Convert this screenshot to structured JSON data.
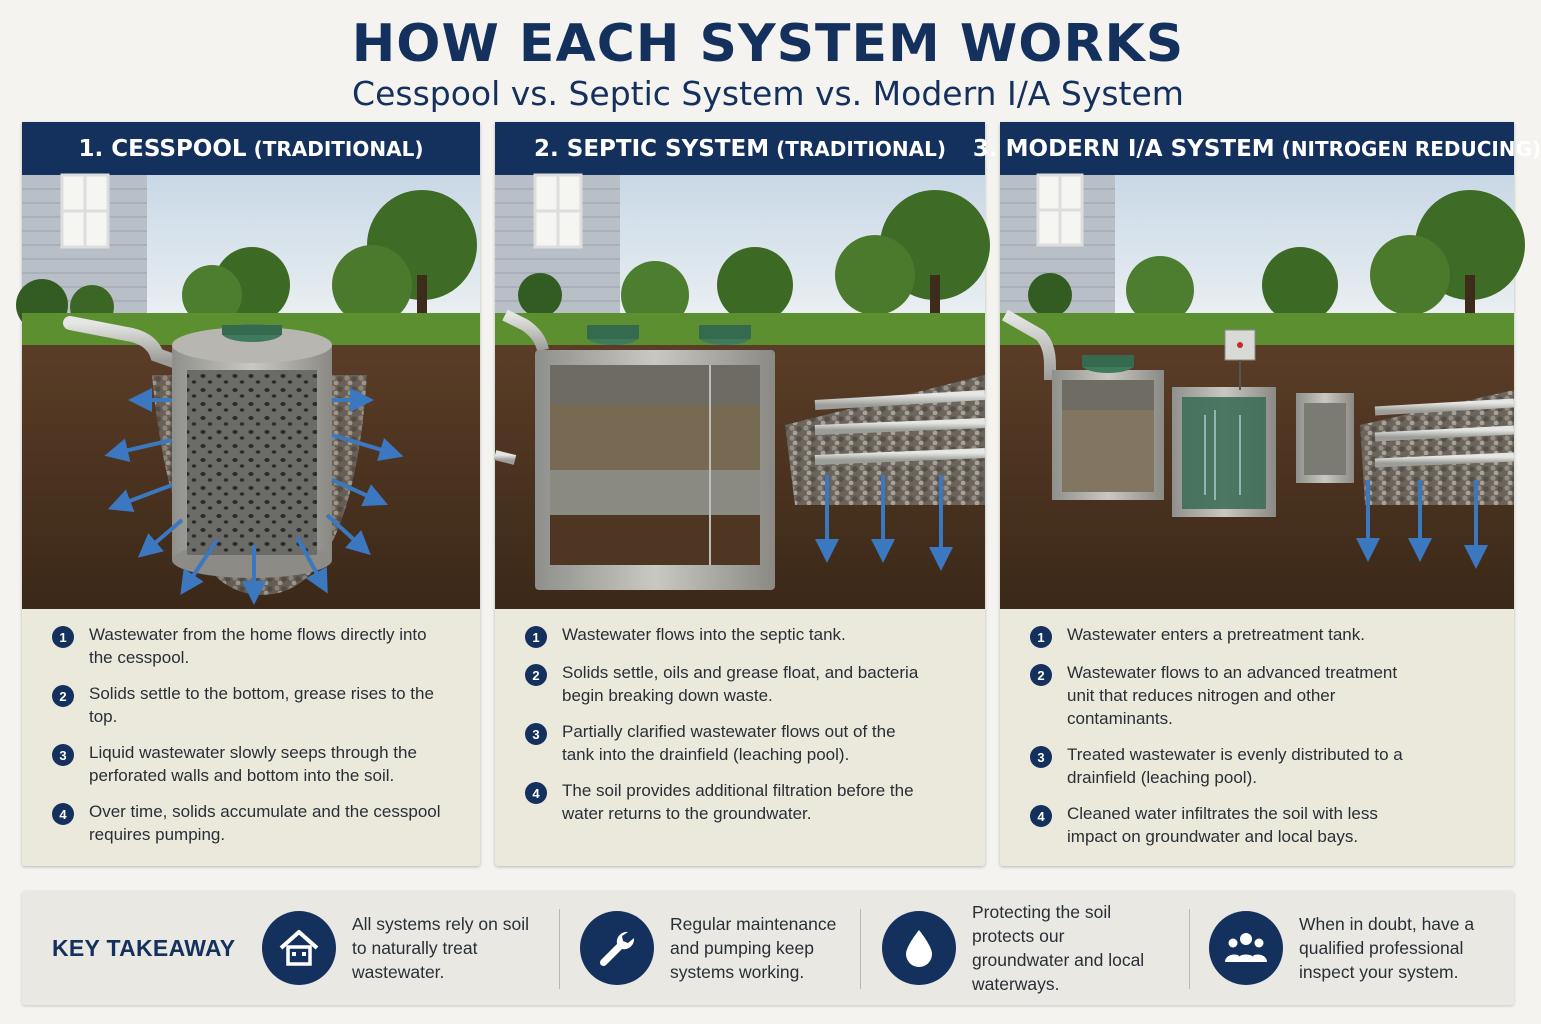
{
  "header": {
    "title": "HOW EACH SYSTEM WORKS",
    "subtitle": "Cesspool vs. Septic System vs. Modern I/A System"
  },
  "panels": [
    {
      "title": "1. CESSPOOL",
      "tag": "TRADITIONAL",
      "steps": [
        {
          "num": "1",
          "text": "Wastewater from the home flows directly into the cesspool."
        },
        {
          "num": "2",
          "text": "Solids settle to the bottom, grease rises to the top."
        },
        {
          "num": "3",
          "text": "Liquid wastewater slowly seeps through the perforated walls and bottom into the soil."
        },
        {
          "num": "4",
          "text": "Over time, solids accumulate and the cesspool requires pumping."
        }
      ]
    },
    {
      "title": "2. SEPTIC SYSTEM",
      "tag": "TRADITIONAL",
      "steps": [
        {
          "num": "1",
          "text": "Wastewater flows into the septic tank."
        },
        {
          "num": "2",
          "text": "Solids settle, oils and grease float, and bacteria begin breaking down waste."
        },
        {
          "num": "3",
          "text": "Partially clarified wastewater flows out of the tank into the drainfield (leaching pool)."
        },
        {
          "num": "4",
          "text": "The soil provides additional filtration before the water returns to the groundwater."
        }
      ]
    },
    {
      "title": "3. MODERN I/A SYSTEM",
      "tag": "NITROGEN REDUCING",
      "steps": [
        {
          "num": "1",
          "text": "Wastewater enters a pretreatment tank."
        },
        {
          "num": "2",
          "text": "Wastewater flows to an advanced treatment unit that reduces nitrogen and other contaminants."
        },
        {
          "num": "3",
          "text": "Treated wastewater is evenly distributed to a drainfield (leaching pool)."
        },
        {
          "num": "4",
          "text": "Cleaned water infiltrates the soil with less impact on groundwater and local bays."
        }
      ]
    }
  ],
  "takeaway": {
    "label": "KEY TAKEAWAY",
    "items": [
      {
        "icon": "house-icon",
        "text": "All systems rely on soil to naturally treat wastewater."
      },
      {
        "icon": "wrench-icon",
        "text": "Regular maintenance and pumping keep systems working."
      },
      {
        "icon": "water-drop-icon",
        "text": "Protecting the soil protects our groundwater and local waterways."
      },
      {
        "icon": "people-icon",
        "text": "When in doubt, have a qualified professional inspect your system."
      }
    ]
  },
  "colors": {
    "navy": "#14305d",
    "panel_bg": "#ebe8dc",
    "soil": "#4a3322",
    "grass": "#5c8f2f",
    "water_arrow": "#3b78c0",
    "tank_lid": "#3f7a5c"
  }
}
